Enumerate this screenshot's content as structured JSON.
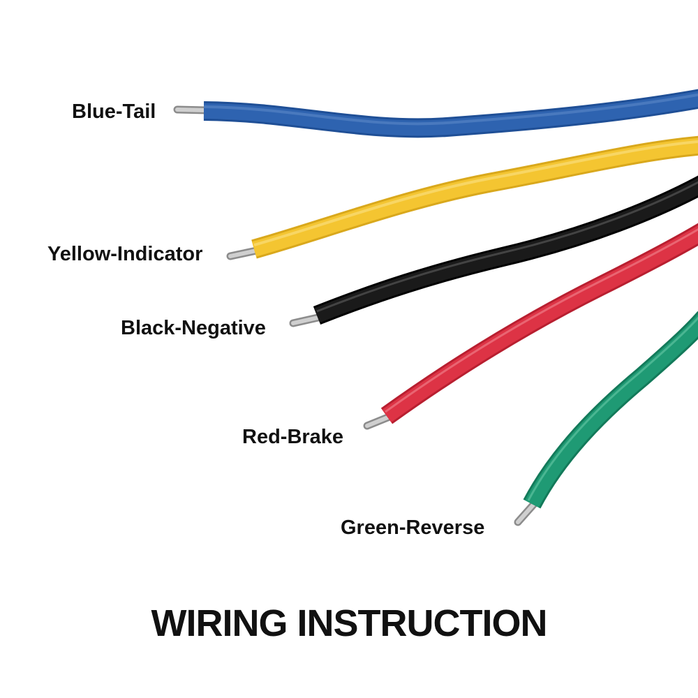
{
  "title": "WIRING INSTRUCTION",
  "wires": [
    {
      "label": "Blue-Tail",
      "color": "#2e63b0",
      "icon": "blue-wire-icon"
    },
    {
      "label": "Yellow-Indicator",
      "color": "#f4c531",
      "icon": "yellow-wire-icon"
    },
    {
      "label": "Black-Negative",
      "color": "#1a1a1a",
      "icon": "black-wire-icon"
    },
    {
      "label": "Red-Brake",
      "color": "#dd3345",
      "icon": "red-wire-icon"
    },
    {
      "label": "Green-Reverse",
      "color": "#1f9a74",
      "icon": "green-wire-icon"
    }
  ],
  "colors": {
    "tip": "#bdbdbd",
    "text": "#111111",
    "background": "#ffffff"
  }
}
